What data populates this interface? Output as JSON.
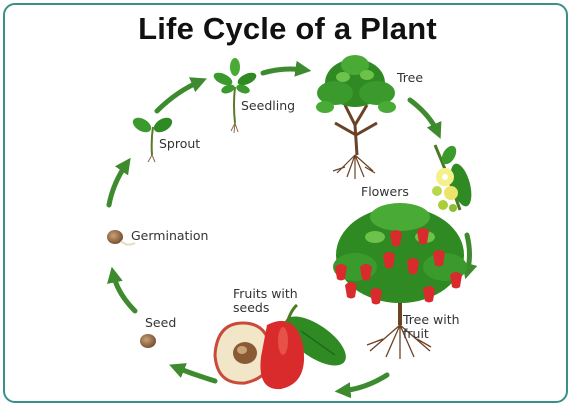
{
  "title": "Life Cycle of a Plant",
  "stages": {
    "seedling": "Seedling",
    "tree": "Tree",
    "flowers": "Flowers",
    "tree_with_fruit": "Tree with fruit",
    "fruits_with_seeds": "Fruits with seeds",
    "seed": "Seed",
    "germination": "Germination",
    "sprout": "Sprout"
  },
  "colors": {
    "arrow": "#3d8b2e",
    "leaf": "#3a9a2c",
    "fruit": "#d92b2b",
    "border": "#3a8f8a"
  }
}
